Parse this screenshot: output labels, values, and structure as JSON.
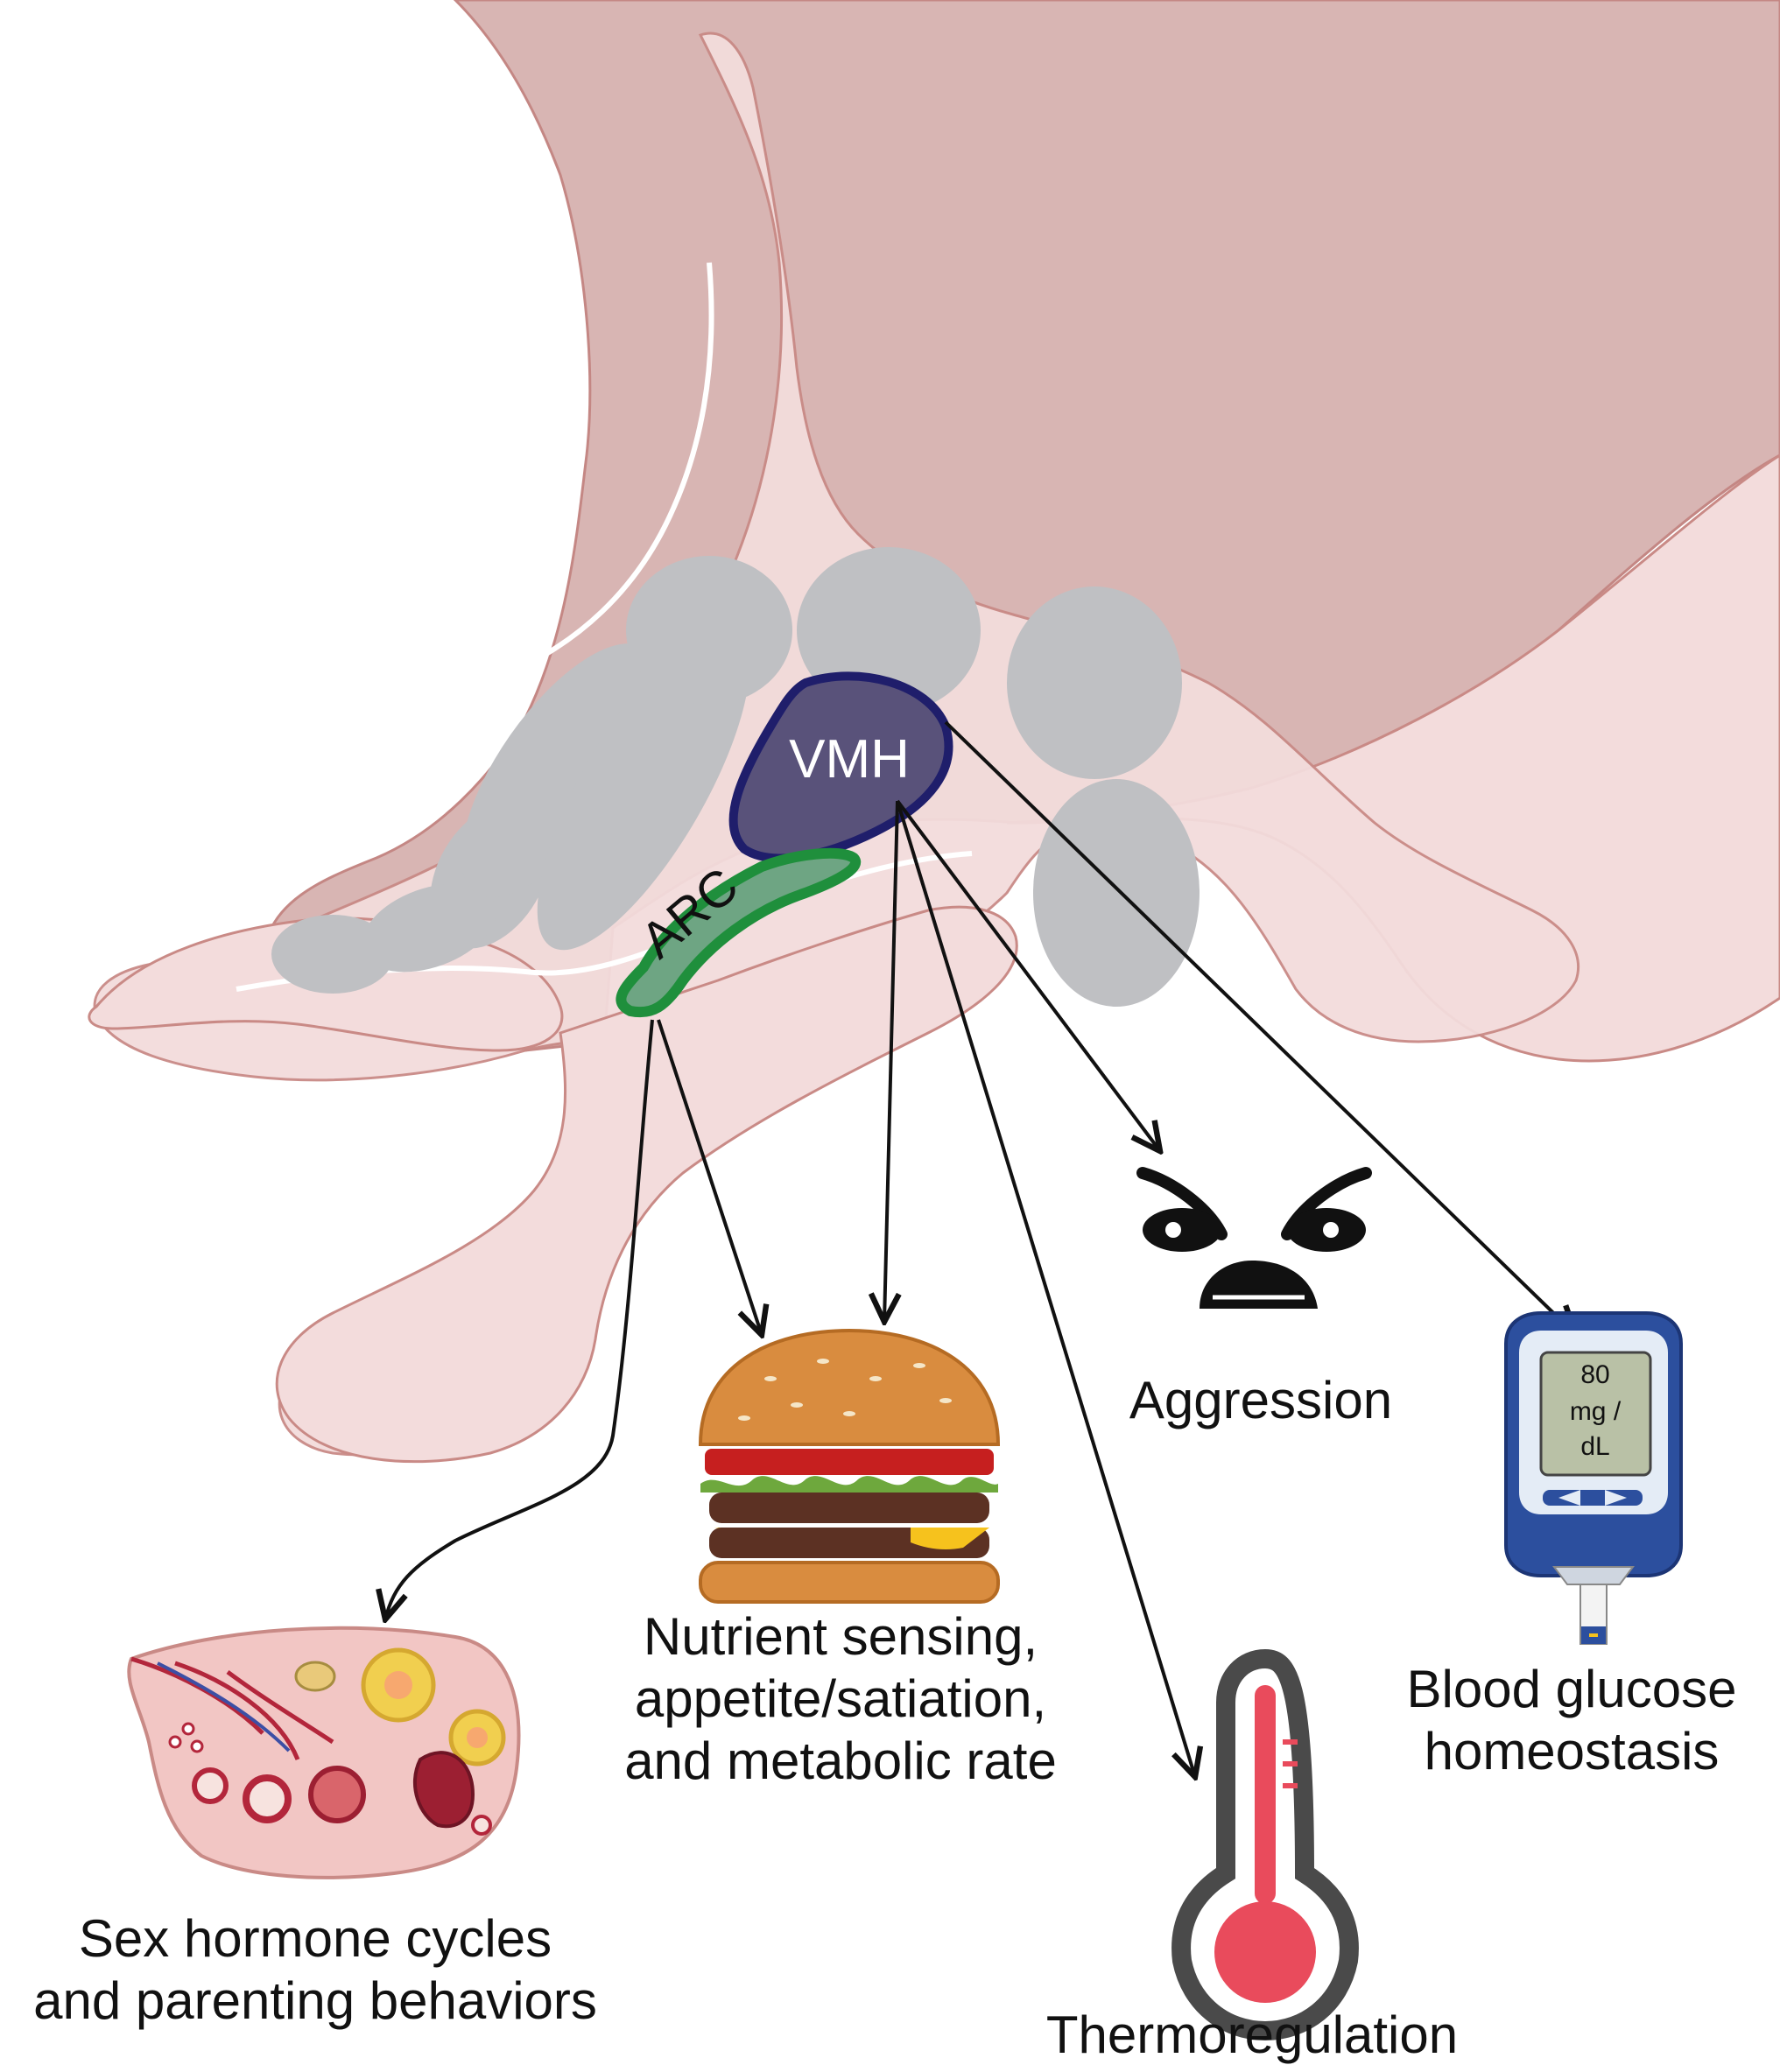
{
  "diagram": {
    "nuclei": {
      "vmh": {
        "label": "VMH",
        "color": "#59527a",
        "outline": "#1f1e6b"
      },
      "arc": {
        "label": "ARC",
        "color": "#6ea583",
        "outline": "#1f8f3c"
      }
    },
    "outputs": {
      "sex_hormone": {
        "line1": "Sex hormone cycles",
        "line2": "and parenting behaviors"
      },
      "nutrient": {
        "line1": "Nutrient sensing,",
        "line2": "appetite/satiation,",
        "line3": "and metabolic rate"
      },
      "thermo": {
        "line1": "Thermoregulation"
      },
      "aggression": {
        "line1": "Aggression"
      },
      "glucose": {
        "line1": "Blood glucose",
        "line2": "homeostasis"
      }
    },
    "glucose_meter_display": {
      "line1": "80",
      "line2": "mg /",
      "line3": "dL"
    },
    "colors": {
      "brain_fill": "#dab8b6",
      "tissue_fill": "#f3dcdc",
      "tissue_outline": "#c98a86",
      "gray_nuclei": "#bfc0c3",
      "arrow": "#111111"
    }
  }
}
